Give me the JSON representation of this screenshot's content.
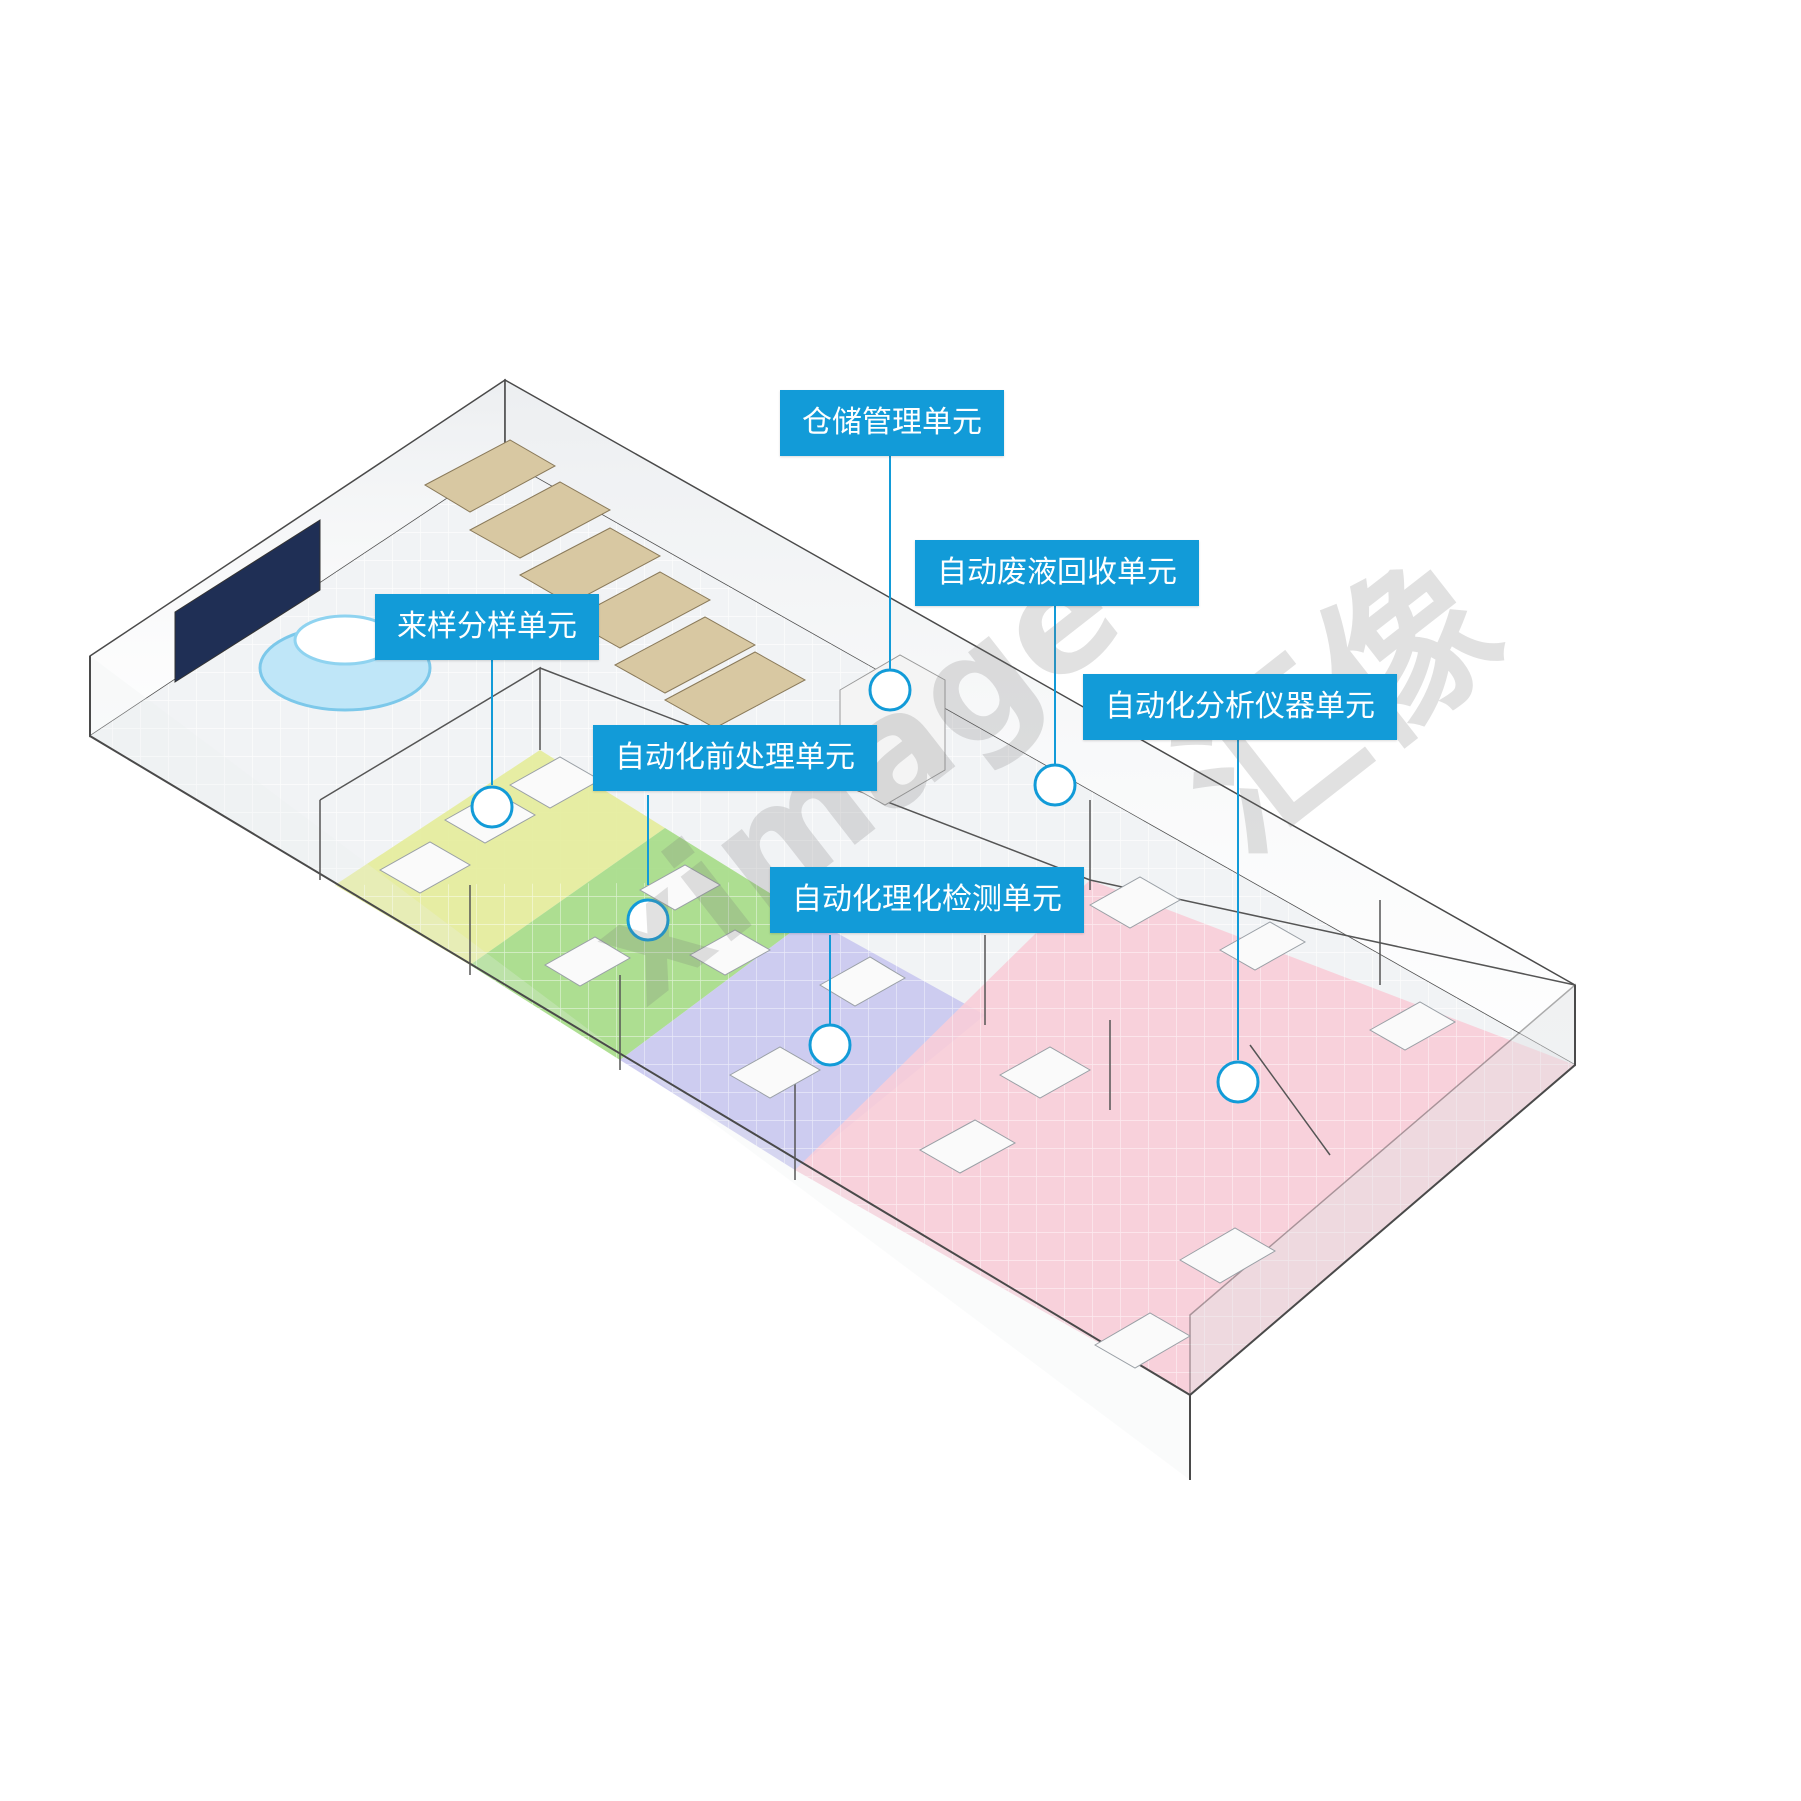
{
  "units": [
    {
      "label": "仓储管理单元",
      "color": "#129bd8"
    },
    {
      "label": "自动废液回收单元",
      "color": "#129bd8"
    },
    {
      "label": "来样分样单元",
      "color": "#129bd8"
    },
    {
      "label": "自动化分析仪器单元",
      "color": "#129bd8"
    },
    {
      "label": "自动化前处理单元",
      "color": "#129bd8"
    },
    {
      "label": "自动化理化检测单元",
      "color": "#129bd8"
    }
  ],
  "zones": {
    "sample": "#e4ec9a",
    "pretreatment": "#a5dc86",
    "physchem": "#c9c8f0",
    "analysis": "#f8cdd8",
    "office": "#eef1f4"
  },
  "watermark": {
    "latin": "ximage",
    "cjk": "汇像"
  }
}
